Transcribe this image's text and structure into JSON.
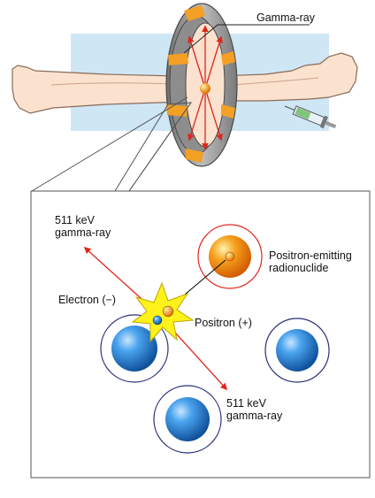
{
  "labels": {
    "gamma_ray_top": "Gamma-ray",
    "gamma_ray_upper_left": "511 keV\ngamma-ray",
    "gamma_ray_lower_right": "511 keV\ngamma-ray",
    "positron_emitter": "Positron-emitting\nradionuclide",
    "electron": "Electron (−)",
    "positron": "Positron (+)"
  },
  "colors": {
    "gamma_arrow": "#e0261c",
    "scanner_band": "#f3a024",
    "bed_panel": "#cfe6f5",
    "skin": "#fbe2cf",
    "electron_sphere": "#2e86d8",
    "nuclide_sphere": "#f08c10",
    "flash": "#fff21a"
  },
  "icons": [
    "pet-scanner-ring-icon",
    "patient-body-icon",
    "syringe-icon",
    "annihilation-flash-icon"
  ]
}
